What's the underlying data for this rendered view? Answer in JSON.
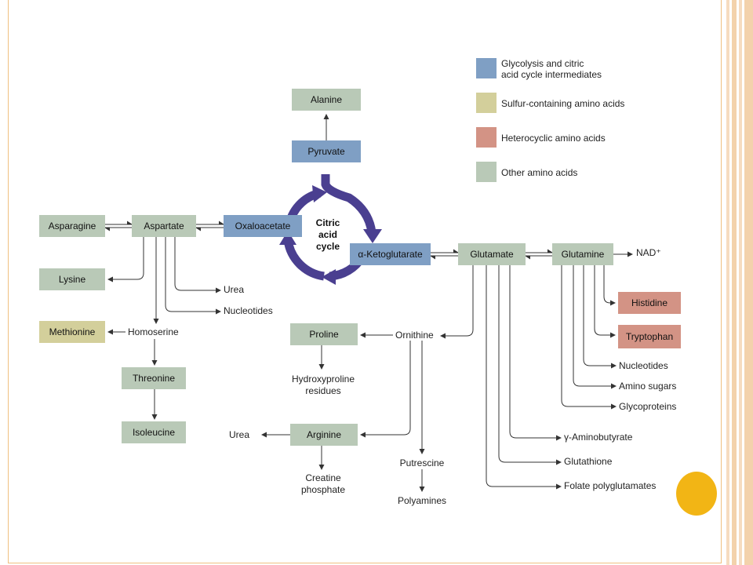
{
  "colors": {
    "blue": "#7f9fc4",
    "yellow": "#d3cf9b",
    "red": "#d39385",
    "green": "#b9c9b7",
    "cycle_arrow": "#4a3f90",
    "accent_orange": "#f2b515"
  },
  "legend": [
    {
      "color": "blue",
      "lines": [
        "Glycolysis and citric",
        "acid cycle intermediates"
      ]
    },
    {
      "color": "yellow",
      "lines": [
        "Sulfur-containing amino acids"
      ]
    },
    {
      "color": "red",
      "lines": [
        "Heterocyclic amino acids"
      ]
    },
    {
      "color": "green",
      "lines": [
        "Other amino acids"
      ]
    }
  ],
  "cycle": {
    "lines": [
      "Citric",
      "acid",
      "cycle"
    ]
  },
  "boxes": {
    "alanine": "Alanine",
    "pyruvate": "Pyruvate",
    "asparagine": "Asparagine",
    "aspartate": "Aspartate",
    "oxaloacetate": "Oxaloacetate",
    "ketoglutarate": "α-Ketoglutarate",
    "glutamate": "Glutamate",
    "glutamine": "Glutamine",
    "lysine": "Lysine",
    "methionine": "Methionine",
    "threonine": "Threonine",
    "isoleucine": "Isoleucine",
    "proline": "Proline",
    "arginine": "Arginine",
    "histidine": "Histidine",
    "tryptophan": "Tryptophan"
  },
  "labels": {
    "nad": "NAD⁺",
    "urea_aspartate": "Urea",
    "nucleotides_aspartate": "Nucleotides",
    "homoserine": "Homoserine",
    "ornithine": "Ornithine",
    "hydroxyproline": [
      "Hydroxyproline",
      "residues"
    ],
    "urea_arginine": "Urea",
    "creatine": [
      "Creatine",
      "phosphate"
    ],
    "putrescine": "Putrescine",
    "polyamines": "Polyamines",
    "nucleotides_glutamine": "Nucleotides",
    "amino_sugars": "Amino sugars",
    "glycoproteins": "Glycoproteins",
    "aminobutyrate": "γ-Aminobutyrate",
    "glutathione": "Glutathione",
    "folate": "Folate polyglutamates"
  }
}
